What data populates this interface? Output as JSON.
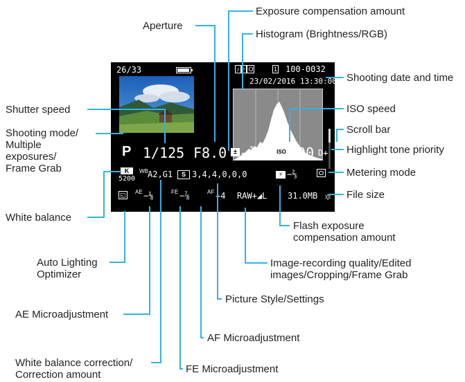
{
  "labels": {
    "exposure_comp": "Exposure compensation amount",
    "aperture": "Aperture",
    "histogram": "Histogram (Brightness/RGB)",
    "shooting_date": "Shooting date and time",
    "shutter_speed": "Shutter speed",
    "iso_speed": "ISO speed",
    "shooting_mode": "Shooting mode/\nMultiple\nexposures/\nFrame Grab",
    "scroll_bar": "Scroll bar",
    "highlight_tone": "Highlight tone priority",
    "metering_mode": "Metering mode",
    "file_size": "File size",
    "white_balance": "White balance",
    "flash_exposure": "Flash exposure\ncompensation amount",
    "auto_lighting": "Auto Lighting\nOptimizer",
    "image_quality": "Image-recording quality/Edited\nimages/Cropping/Frame Grab",
    "picture_style": "Picture Style/Settings",
    "ae_micro": "AE Microadjustment",
    "af_micro": "AF Microadjustment",
    "wb_correction": "White balance correction/\nCorrection amount",
    "fe_micro": "FE Microadjustment"
  },
  "screen": {
    "frame_count": "26/33",
    "file_number": "100-0032",
    "date_time": "23/02/2016 13:30:00",
    "mode": "P",
    "shutter": "1/125",
    "aperture": "F8.0",
    "exposure_comp": "−⅓",
    "iso": "400",
    "iso_icon": "ISO",
    "highlight_tone": "D+",
    "wb_kelvin_icon": "K",
    "wb_kelvin": "5200",
    "wb_shift_prefix": "WB",
    "wb_shift": "A2,G1",
    "picture_style_icon": "S",
    "picture_style": "3,4,4,0,0,0",
    "flash_comp": "−⅔",
    "ae_prefix": "AE",
    "ae_micro": "−⅛",
    "fe_prefix": "FE",
    "fe_micro": "−⅞",
    "af_prefix": "AF",
    "af_micro": "+4",
    "quality": "RAW+◢L",
    "file_size": "31.0MB"
  },
  "colors": {
    "leader": "#35b1e3",
    "screen_bg": "#000000",
    "histogram_bg": "#8a8a8a"
  }
}
